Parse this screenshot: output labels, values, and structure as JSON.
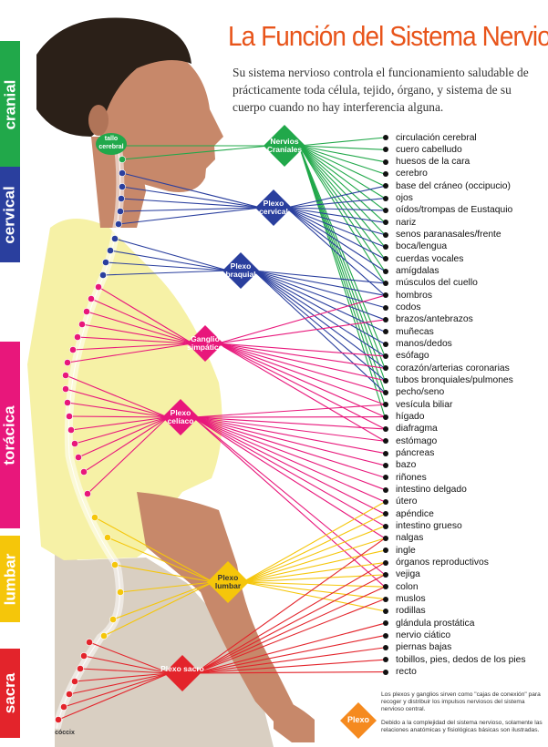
{
  "title": "La Función del Sistema Nervioso",
  "subtitle": "Su sistema nervioso controla el funcionamiento saludable de prácticamente toda célula, tejido, órgano, y sistema de su cuerpo cuando no hay interferencia alguna.",
  "regions": [
    {
      "label": "cranial",
      "color": "#21a84a"
    },
    {
      "label": "cervical",
      "color": "#2a3f9e"
    },
    {
      "label": "torácica",
      "color": "#e8177b"
    },
    {
      "label": "lumbar",
      "color": "#f5c60a"
    },
    {
      "label": "sacra",
      "color": "#e3242b"
    }
  ],
  "plexuses": [
    {
      "id": "cranial",
      "label": "Nervios Craniales",
      "color": "#21a84a"
    },
    {
      "id": "cervical",
      "label": "Plexo cervical",
      "color": "#2a3f9e"
    },
    {
      "id": "brachial",
      "label": "Plexo braquial",
      "color": "#2a3f9e"
    },
    {
      "id": "sympathetic",
      "label": "Ganglio simpático",
      "color": "#e8177b"
    },
    {
      "id": "celiac",
      "label": "Plexo celíaco",
      "color": "#e8177b"
    },
    {
      "id": "lumbar",
      "label": "Plexo lumbar",
      "color": "#f5c60a"
    },
    {
      "id": "sacral",
      "label": "Plexo sacro",
      "color": "#e3242b"
    }
  ],
  "spine_labels": {
    "brainstem": "tallo cerebral",
    "coccyx": "cóccix"
  },
  "organs": [
    "circulación cerebral",
    "cuero cabelludo",
    "huesos de la cara",
    "cerebro",
    "base del cráneo (occipucio)",
    "ojos",
    "oídos/trompas de Eustaquio",
    "nariz",
    "senos paranasales/frente",
    "boca/lengua",
    "cuerdas vocales",
    "amígdalas",
    "músculos del cuello",
    "hombros",
    "codos",
    "brazos/antebrazos",
    "muñecas",
    "manos/dedos",
    "esófago",
    "corazón/arterias coronarias",
    "tubos bronquiales/pulmones",
    "pecho/seno",
    "vesícula biliar",
    "hígado",
    "diafragma",
    "estómago",
    "páncreas",
    "bazo",
    "riñones",
    "intestino delgado",
    "útero",
    "apéndice",
    "intestino grueso",
    "nalgas",
    "ingle",
    "órganos reproductivos",
    "vejiga",
    "colon",
    "muslos",
    "rodillas",
    "glándula prostática",
    "nervio ciático",
    "piernas bajas",
    "tobillos, pies, dedos de los pies",
    "recto"
  ],
  "legend": {
    "label": "Plexo",
    "note1": "Los plexos y ganglios sirven como \"cajas de conexión\" para recoger y distribuir los impulsos nerviosos del sistema nervioso central.",
    "note2": "Debido a la complejidad del sistema nervioso, solamente las relaciones anatómicas y fisiológicas básicas son ilustradas."
  },
  "colors": {
    "title": "#e8541a",
    "skin": "#c7886a",
    "shirt": "#f6f1a6",
    "hair": "#2b2018",
    "pants": "#d9cfc2"
  }
}
